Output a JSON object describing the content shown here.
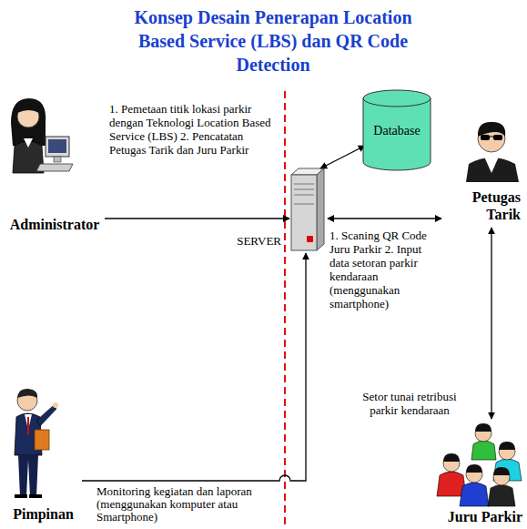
{
  "diagram": {
    "title": "Konsep Desain Penerapan Location Based Service (LBS) dan QR Code Detection",
    "nodes": [
      {
        "text": [
          "Administrator"
        ]
      },
      {
        "text": [
          "SERVER"
        ]
      },
      {
        "text": [
          "Database"
        ]
      },
      {
        "text": [
          "Petugas Tarik"
        ]
      },
      {
        "text": [
          "Pimpinan"
        ]
      },
      {
        "text": [
          "Juru Parkir"
        ]
      }
    ],
    "edges": [
      {
        "from": 0,
        "to": 1,
        "arrow": "to",
        "label": "1. Pemetaan titik lokasi parkir dengan Teknologi Location Based Service (LBS) 2. Pencatatan Petugas Tarik dan Juru Parkir"
      },
      {
        "from": 1,
        "to": 2,
        "arrow": "both"
      },
      {
        "from": 1,
        "to": 3,
        "arrow": "both",
        "label": "1. Scaning QR Code Juru Parkir 2. Input data setoran parkir kendaraan (menggunakan smartphone)"
      },
      {
        "from": 3,
        "to": 5,
        "arrow": "both",
        "label": "Setor tunai retribusi parkir kendaraan"
      },
      {
        "from": 4,
        "to": 1,
        "arrow": "to",
        "label": "Monitoring kegiatan dan laporan (menggunakan komputer atau Smartphone)"
      }
    ]
  }
}
